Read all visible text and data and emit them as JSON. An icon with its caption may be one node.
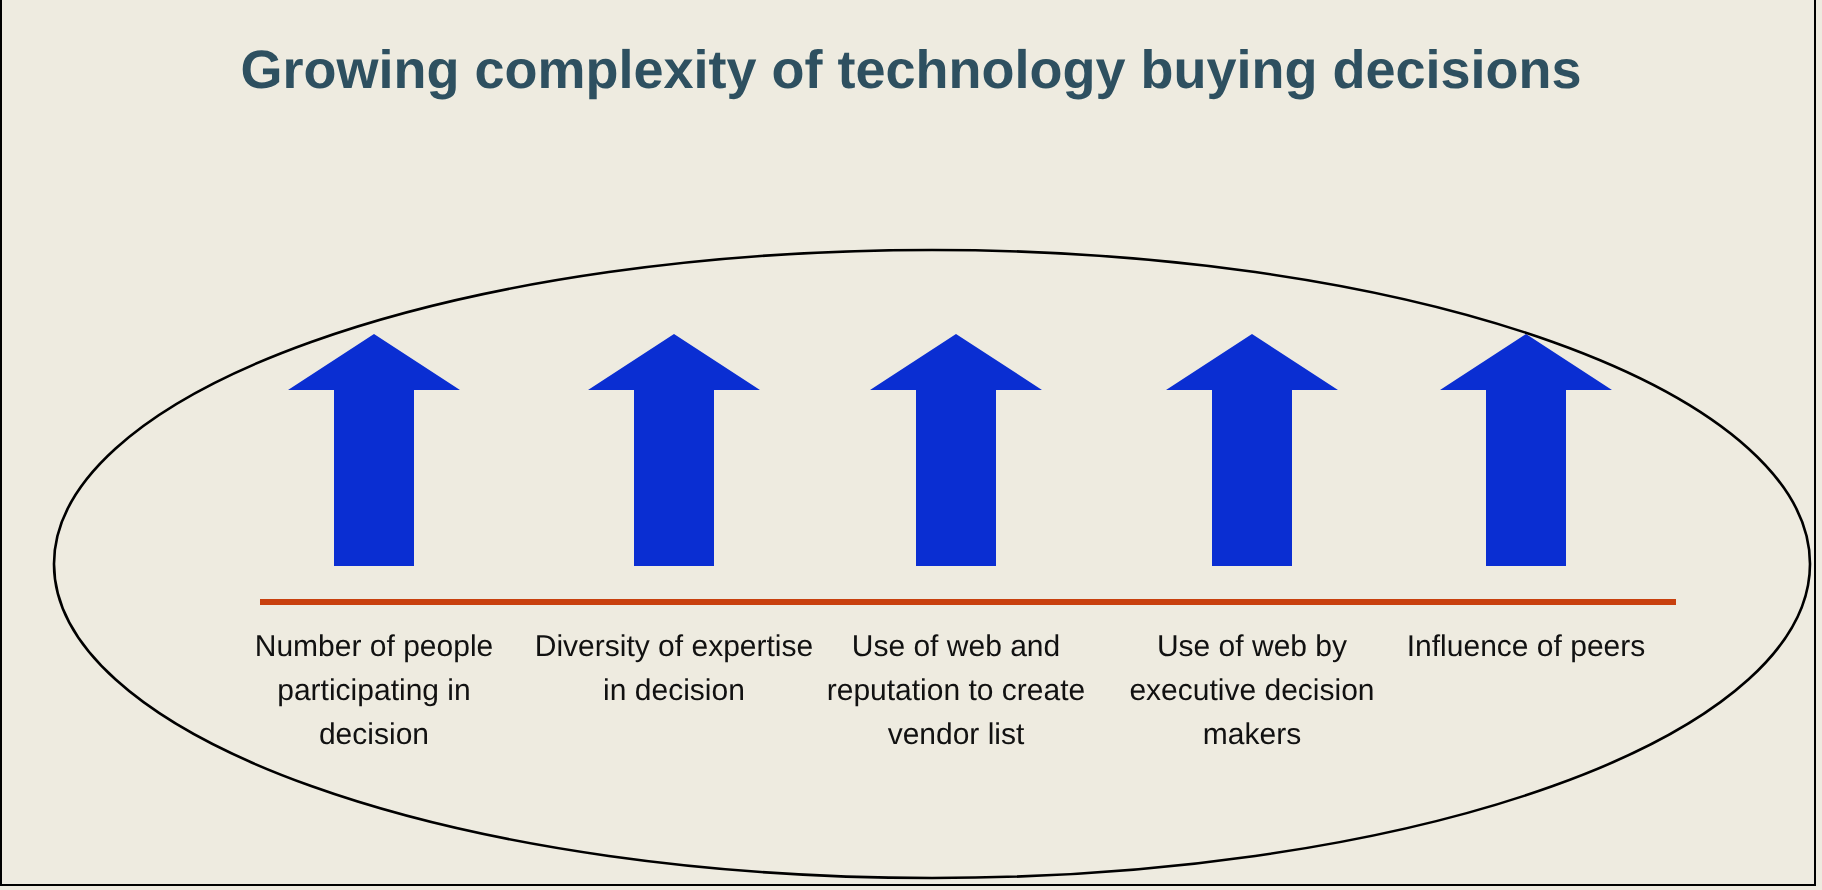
{
  "diagram": {
    "title": "Growing complexity of technology buying decisions",
    "nodes": [
      {
        "text": [
          "Number of people participating in decision",
          "Diversity of expertise in decision",
          "Use of web and reputation to create vendor list",
          "Use of web by executive decision makers",
          "Influence of peers"
        ]
      }
    ]
  }
}
